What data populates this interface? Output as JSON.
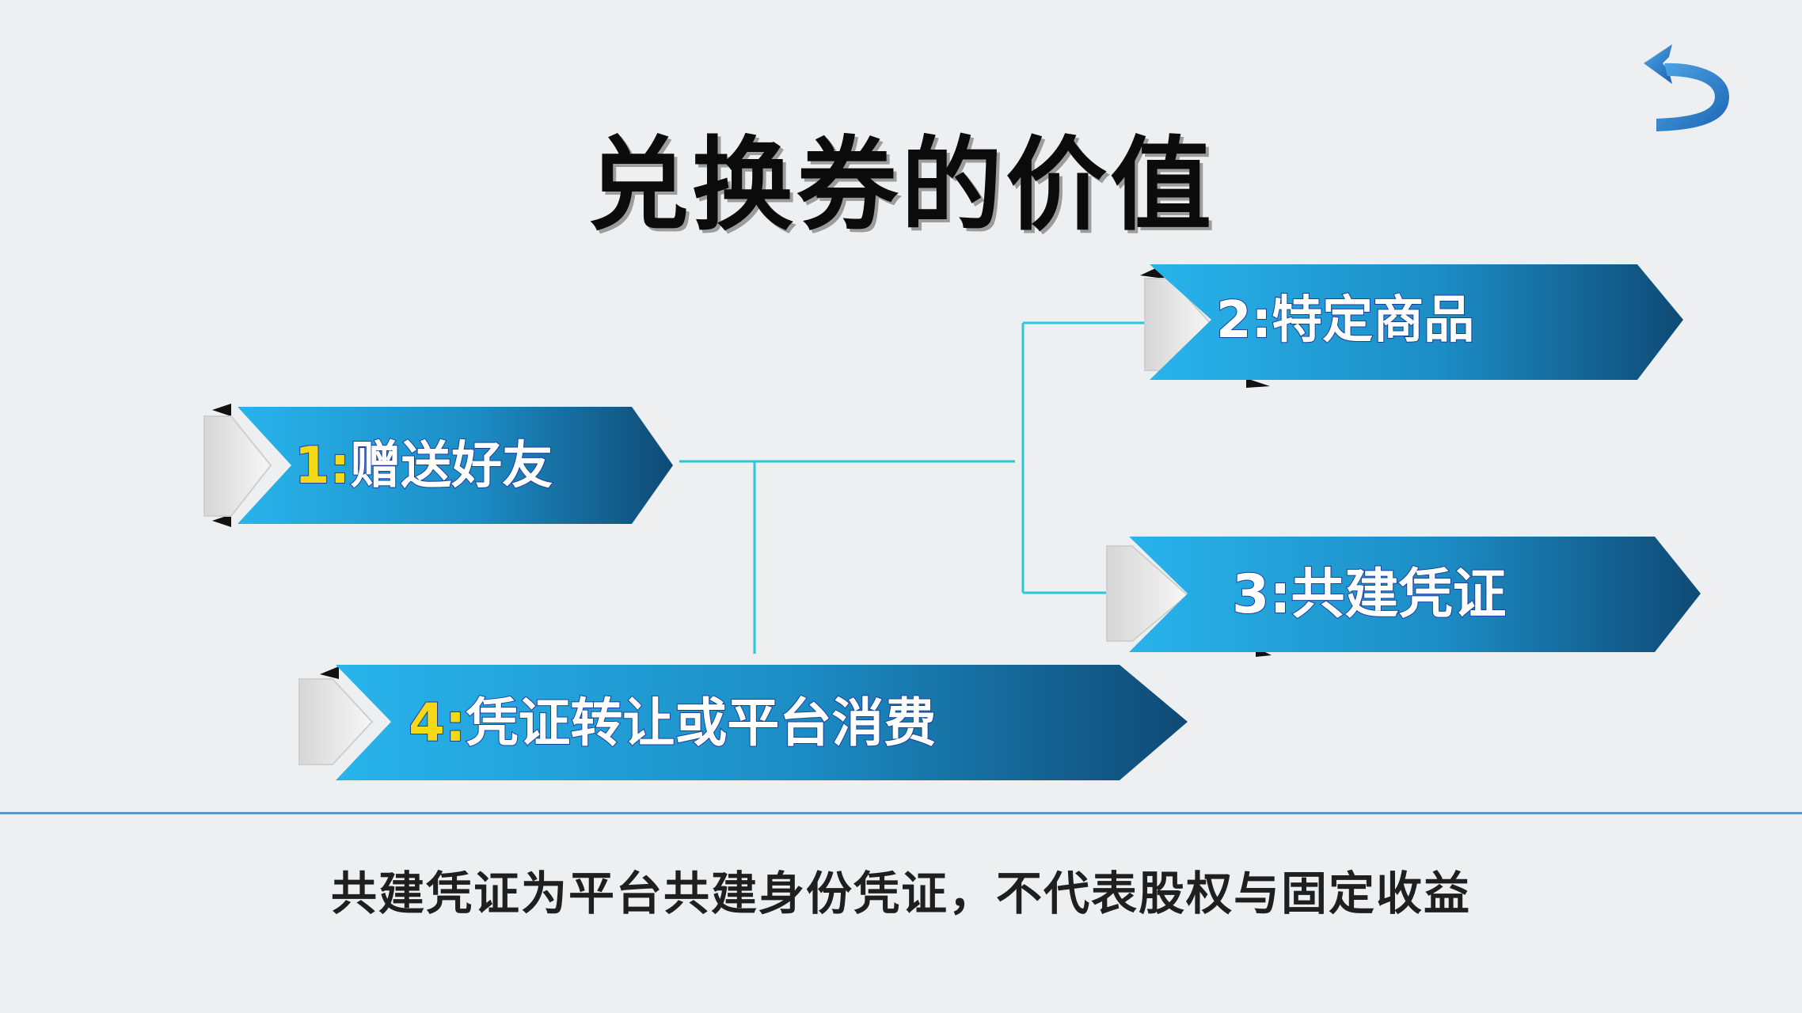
{
  "title": "兑换券的价值",
  "back_icon": "back-arrow-icon",
  "items": [
    {
      "prefix": "1:",
      "label": "赠送好友"
    },
    {
      "prefix": "2:",
      "label": "特定商品"
    },
    {
      "prefix": "3:",
      "label": "共建凭证"
    },
    {
      "prefix": "4:",
      "label": "凭证转让或平台消费"
    }
  ],
  "footnote": "共建凭证为平台共建身份凭证，不代表股权与固定收益",
  "colors": {
    "background": "#eeeff0",
    "arrow_light": "#29b4ec",
    "arrow_dark": "#0f4a75",
    "connector": "#2bc6da",
    "divider": "#5a97cc",
    "highlight_text": "#f6d916",
    "title": "#0b0b0b"
  }
}
